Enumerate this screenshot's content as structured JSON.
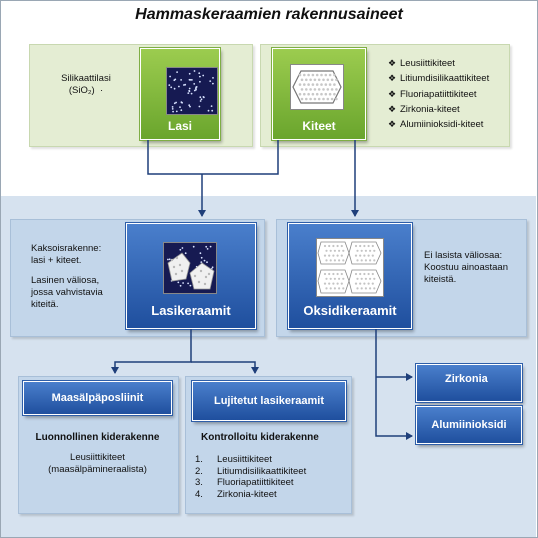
{
  "title": "Hammaskeraamien rakennusaineet",
  "lasi": {
    "label": "Lasi",
    "note_line1": "Silikaattilasi",
    "note_line2": "(SiO₂)",
    "note_dot": "·"
  },
  "kiteet": {
    "label": "Kiteet",
    "items": [
      "Leusiittikiteet",
      "Litiumdisilikaattikiteet",
      "Fluoriapatiittikiteet",
      "Zirkonia-kiteet",
      "Alumiinioksidi-kiteet"
    ]
  },
  "lasikeraamit": {
    "label": "Lasikeraamit",
    "note_line1": "Kaksoisrakenne:",
    "note_line2": "lasi + kiteet.",
    "note_line3": "Lasinen väliosa,",
    "note_line4": "jossa vahvistavia",
    "note_line5": "kiteitä."
  },
  "oksidikeraamit": {
    "label": "Oksidikeraamit",
    "note_line1": "Ei lasista väliosaa:",
    "note_line2": "Koostuu ainoastaan",
    "note_line3": "kiteistä."
  },
  "maasalpaposliinit": {
    "label": "Maasälpäposliinit",
    "subtitle": "Luonnollinen kiderakenne",
    "desc_line1": "Leusiittikiteet",
    "desc_line2": "(maasälpämineraalista)"
  },
  "lujitetut": {
    "label": "Lujitetut lasikeraamit",
    "subtitle": "Kontrolloitu kiderakenne",
    "items": [
      {
        "num": "1.",
        "text": "Leusiittikiteet"
      },
      {
        "num": "2.",
        "text": "Litiumdisilikaattikiteet"
      },
      {
        "num": "3.",
        "text": "Fluoriapatiittikiteet"
      },
      {
        "num": "4.",
        "text": "Zirkonia-kiteet"
      }
    ]
  },
  "zirkonia": {
    "label": "Zirkonia"
  },
  "alumiinioksidi": {
    "label": "Alumiinioksidi"
  },
  "colors": {
    "green_box": "#7fb53a",
    "blue_box": "#2b5aa8",
    "green_panel": "#e4edd3",
    "blue_panel": "#c3d6ea",
    "background_blue": "#d6e2ef",
    "arrow": "#1f3f7a"
  }
}
